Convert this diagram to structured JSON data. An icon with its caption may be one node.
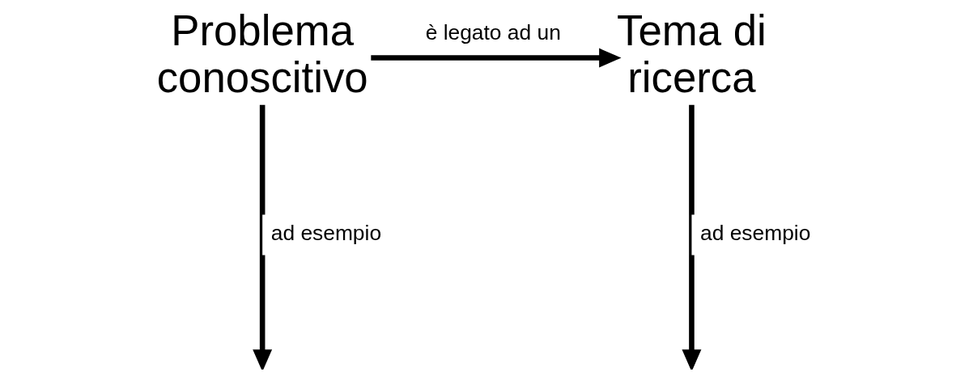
{
  "diagram": {
    "nodes": [
      {
        "text": [
          "Problema conoscitivo"
        ]
      },
      {
        "text": [
          "Tema di ricerca"
        ]
      }
    ],
    "edges": [
      {
        "from": 0,
        "to": 1,
        "label": "è legato ad un",
        "arrow": "to"
      },
      {
        "from": 0,
        "to": null,
        "label": "ad esempio",
        "arrow": "to"
      },
      {
        "from": 1,
        "to": null,
        "label": "ad esempio",
        "arrow": "to"
      }
    ]
  }
}
